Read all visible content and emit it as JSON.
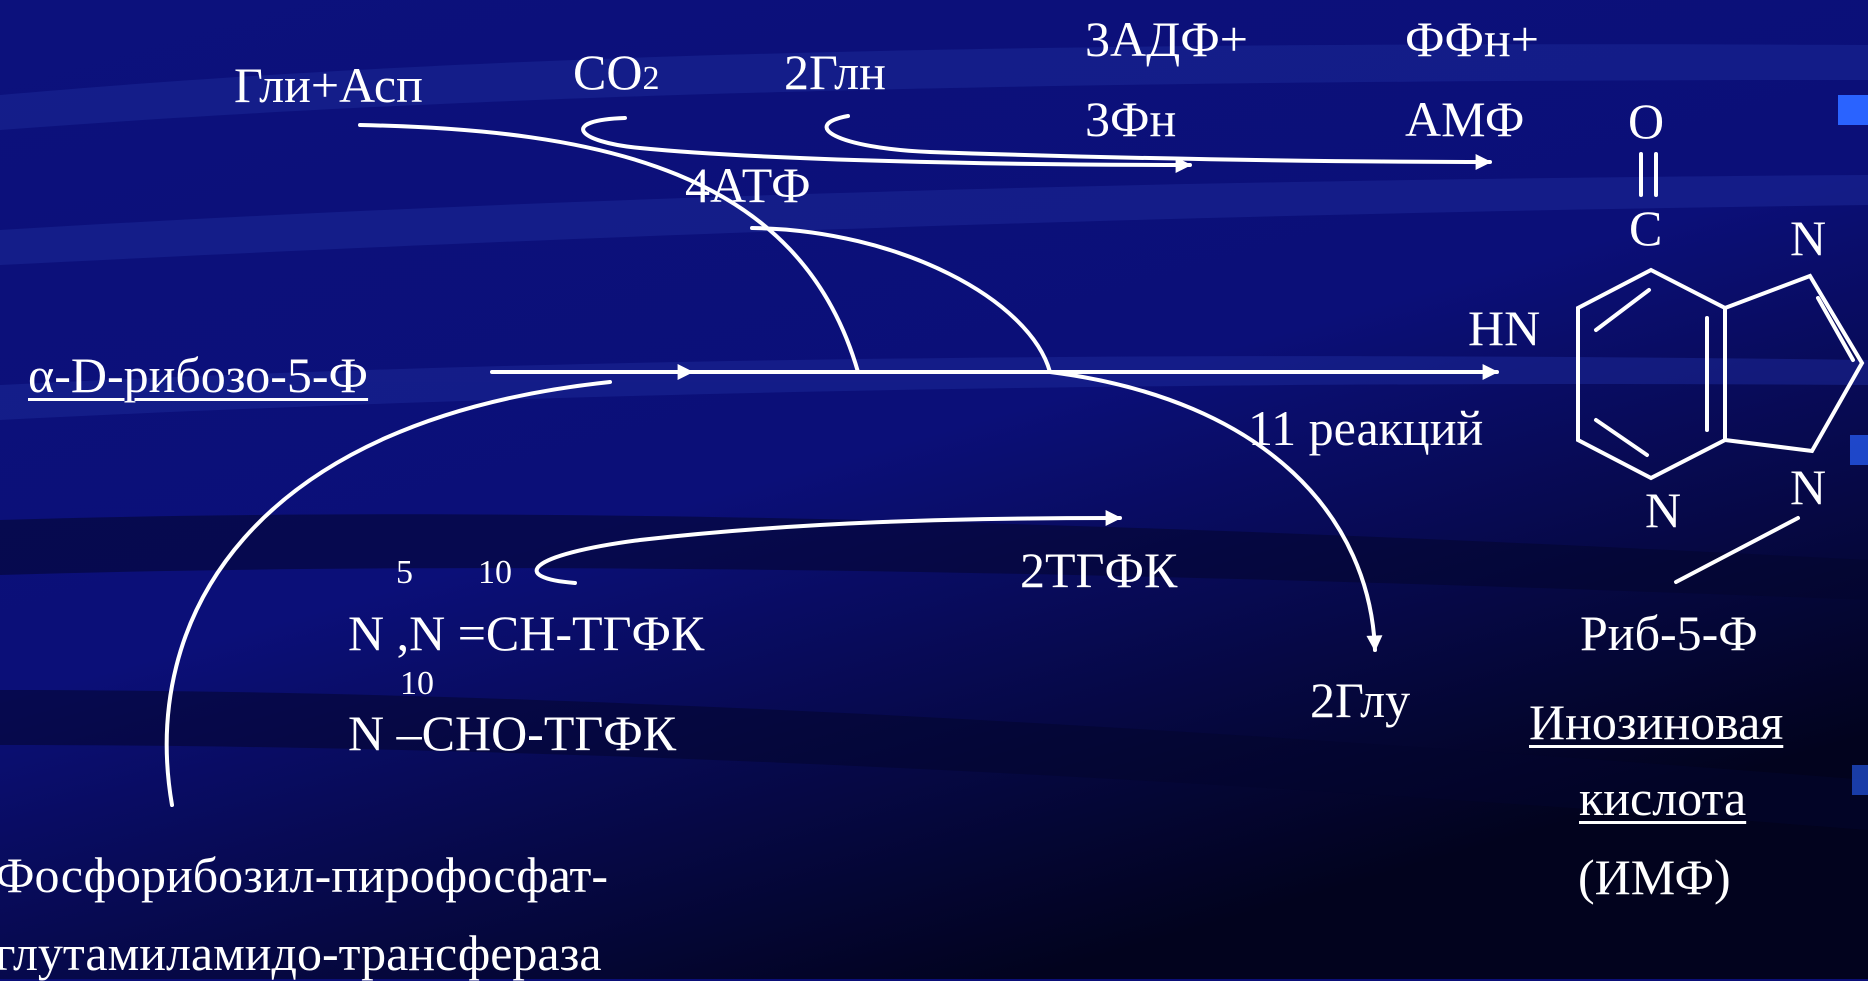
{
  "colors": {
    "background": "#0b0f78",
    "background_dark": "#02031e",
    "stripe": "#1e2a9a",
    "foreground": "#ffffff",
    "accent_tab": "#2a63ff"
  },
  "substrates": {
    "gly_asp": "Гли+Асп",
    "co2_main": "CO",
    "co2_sub": "2",
    "gln": "2Глн",
    "adp": "3АДФ+",
    "pn": "3Фн",
    "ppn": "ФФн+",
    "amp": "АМФ",
    "atp": "4АТФ"
  },
  "main_chain": {
    "start": "α-D-рибозо-5-Ф",
    "reactions": "11 реакций",
    "glu": "2Глу"
  },
  "folate": {
    "sup_5": "5",
    "sup_10a": "10",
    "line1": "N ,N =CH-ТГФК",
    "sup_10b": "10",
    "line2": "N –CHO-ТГФК",
    "thf": "2ТГФК"
  },
  "enzyme": {
    "line1": "Фосфорибозил-пирофосфат-",
    "line2": "глутамиламидо-трансфераза"
  },
  "product": {
    "atom_o": "O",
    "atom_c": "C",
    "atom_hn": "HN",
    "atom_n1": "N",
    "atom_n2": "N",
    "atom_n3": "N",
    "ribose": "Риб-5-Ф",
    "name1": "Инозиновая",
    "name2": "кислота",
    "abbr": "(ИМФ)"
  }
}
